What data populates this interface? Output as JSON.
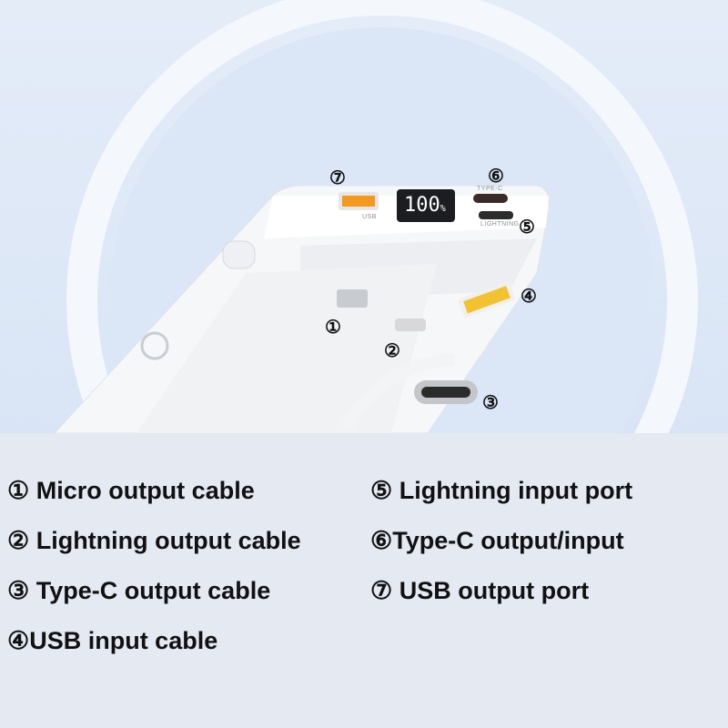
{
  "product": {
    "display_value": "100",
    "display_unit": "%",
    "port_labels": {
      "usb": "USB",
      "type_c": "TYPE-C",
      "lightning": "LIGHTNING"
    }
  },
  "markers": {
    "m1": "①",
    "m2": "②",
    "m3": "③",
    "m4": "④",
    "m5": "⑤",
    "m6": "⑥",
    "m7": "⑦"
  },
  "legend": [
    {
      "text": "① Micro output cable"
    },
    {
      "text": "② Lightning output cable"
    },
    {
      "text": "③ Type-C output cable"
    },
    {
      "text": "④USB input cable"
    },
    {
      "text": "⑤ Lightning input port"
    },
    {
      "text": "⑥Type-C output/input"
    },
    {
      "text": "⑦ USB output port"
    }
  ],
  "colors": {
    "usb_port": "#f39a1e",
    "usb_connector": "#f2c230",
    "background": "#e4e9f2"
  }
}
